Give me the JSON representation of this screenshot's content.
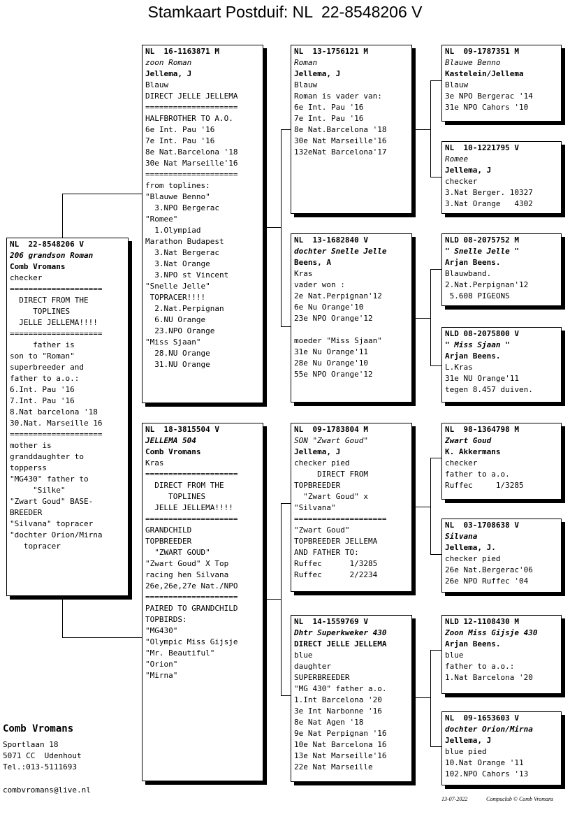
{
  "title": "Stamkaart Postduif: NL  22-8548206 V",
  "cards": [
    {
      "id": "subject",
      "lines": [
        {
          "t": "NL  22-8548206 V",
          "s": "b"
        },
        {
          "t": "206 grandson Roman",
          "s": "bi"
        },
        {
          "t": "Comb Vromans",
          "s": "b"
        },
        {
          "t": "checker"
        },
        {
          "t": "===================="
        },
        {
          "t": "  DIRECT FROM THE"
        },
        {
          "t": "     TOPLINES"
        },
        {
          "t": "  JELLE JELLEMA!!!!"
        },
        {
          "t": "===================="
        },
        {
          "t": "     father is"
        },
        {
          "t": "son to \"Roman\""
        },
        {
          "t": "superbreeder and"
        },
        {
          "t": "father to a.o.:"
        },
        {
          "t": "6.Int. Pau '16"
        },
        {
          "t": "7.Int. Pau '16"
        },
        {
          "t": "8.Nat barcelona '18"
        },
        {
          "t": "30.Nat. Marseille 16"
        },
        {
          "t": "===================="
        },
        {
          "t": "mother is"
        },
        {
          "t": "granddaughter to"
        },
        {
          "t": "topperss"
        },
        {
          "t": "\"MG430\" father to"
        },
        {
          "t": "     \"Silke\""
        },
        {
          "t": "\"Zwart Goud\" BASE-"
        },
        {
          "t": "BREEDER"
        },
        {
          "t": "\"Silvana\" topracer"
        },
        {
          "t": "\"dochter Orion/Mirna"
        },
        {
          "t": "   topracer"
        }
      ]
    },
    {
      "id": "father",
      "lines": [
        {
          "t": "NL  16-1163871 M",
          "s": "b"
        },
        {
          "t": "zoon Roman",
          "s": "i"
        },
        {
          "t": "Jellema, J",
          "s": "b"
        },
        {
          "t": "Blauw"
        },
        {
          "t": "DIRECT JELLE JELLEMA"
        },
        {
          "t": "===================="
        },
        {
          "t": "HALFBROTHER TO A.O."
        },
        {
          "t": "6e Int. Pau '16"
        },
        {
          "t": "7e Int. Pau '16"
        },
        {
          "t": "8e Nat.Barcelona '18"
        },
        {
          "t": "30e Nat Marseille'16"
        },
        {
          "t": "===================="
        },
        {
          "t": "from toplines:"
        },
        {
          "t": "\"Blauwe Benno\""
        },
        {
          "t": "  3.NPO Bergerac"
        },
        {
          "t": "\"Romee\""
        },
        {
          "t": "  1.Olympiad"
        },
        {
          "t": "Marathon Budapest"
        },
        {
          "t": "  3.Nat Bergerac"
        },
        {
          "t": "  3.Nat Orange"
        },
        {
          "t": "  3.NPO st Vincent"
        },
        {
          "t": "\"Snelle Jelle\""
        },
        {
          "t": " TOPRACER!!!!"
        },
        {
          "t": "  2.Nat.Perpignan"
        },
        {
          "t": "  6.NU Orange"
        },
        {
          "t": "  23.NPO Orange"
        },
        {
          "t": "\"Miss Sjaan\""
        },
        {
          "t": "  28.NU Orange"
        },
        {
          "t": "  31.NU Orange"
        }
      ]
    },
    {
      "id": "mother",
      "lines": [
        {
          "t": "NL  18-3815504 V",
          "s": "b"
        },
        {
          "t": "JELLEMA 504",
          "s": "bi"
        },
        {
          "t": "Comb Vromans",
          "s": "b"
        },
        {
          "t": "Kras"
        },
        {
          "t": "===================="
        },
        {
          "t": "  DIRECT FROM THE"
        },
        {
          "t": "     TOPLINES"
        },
        {
          "t": "  JELLE JELLEMA!!!!"
        },
        {
          "t": "===================="
        },
        {
          "t": "GRANDCHILD"
        },
        {
          "t": "TOPBREEDER"
        },
        {
          "t": "  \"ZWART GOUD\""
        },
        {
          "t": "\"Zwart Goud\" X Top"
        },
        {
          "t": "racing hen Silvana"
        },
        {
          "t": "26e,26e,27e Nat./NPO"
        },
        {
          "t": "===================="
        },
        {
          "t": "PAIRED TO GRANDCHILD"
        },
        {
          "t": "TOPBIRDS:"
        },
        {
          "t": "\"MG430\""
        },
        {
          "t": "\"Olympic Miss Gijsje"
        },
        {
          "t": "\"Mr. Beautiful\""
        },
        {
          "t": "\"Orion\""
        },
        {
          "t": "\"Mirna\""
        }
      ]
    },
    {
      "id": "ff",
      "lines": [
        {
          "t": "NL  13-1756121 M",
          "s": "b"
        },
        {
          "t": "Roman",
          "s": "i"
        },
        {
          "t": "Jellema, J",
          "s": "b"
        },
        {
          "t": "Blauw"
        },
        {
          "t": "Roman is vader van:"
        },
        {
          "t": "6e Int. Pau '16"
        },
        {
          "t": "7e Int. Pau '16"
        },
        {
          "t": "8e Nat.Barcelona '18"
        },
        {
          "t": "30e Nat Marseille'16"
        },
        {
          "t": "132eNat Barcelona'17"
        }
      ]
    },
    {
      "id": "fm",
      "lines": [
        {
          "t": "NL  13-1682840 V",
          "s": "b"
        },
        {
          "t": "dochter Snelle Jelle",
          "s": "bi"
        },
        {
          "t": "Beens, A",
          "s": "b"
        },
        {
          "t": "Kras"
        },
        {
          "t": "vader won :"
        },
        {
          "t": "2e Nat.Perpignan'12"
        },
        {
          "t": "6e Nu Orange'10"
        },
        {
          "t": "23e NPO Orange'12"
        },
        {
          "t": ""
        },
        {
          "t": "moeder \"Miss Sjaan\""
        },
        {
          "t": "31e Nu Orange'11"
        },
        {
          "t": "28e Nu Orange'10"
        },
        {
          "t": "55e NPO Orange'12"
        }
      ]
    },
    {
      "id": "mf",
      "lines": [
        {
          "t": "NL  09-1783804 M",
          "s": "b"
        },
        {
          "t": "SON \"Zwart Goud\"",
          "s": "i"
        },
        {
          "t": "Jellema, J",
          "s": "b"
        },
        {
          "t": "checker pied"
        },
        {
          "t": "     DIRECT FROM"
        },
        {
          "t": "TOPBREEDER"
        },
        {
          "t": "  \"Zwart Goud\" x"
        },
        {
          "t": "\"Silvana\""
        },
        {
          "t": "===================="
        },
        {
          "t": "\"Zwart Goud\""
        },
        {
          "t": "TOPBREEDER JELLEMA"
        },
        {
          "t": "AND FATHER TO:"
        },
        {
          "t": "Ruffec      1/3285"
        },
        {
          "t": "Ruffec      2/2234"
        }
      ]
    },
    {
      "id": "mm",
      "lines": [
        {
          "t": "NL  14-1559769 V",
          "s": "b"
        },
        {
          "t": "Dhtr Superkweker 430",
          "s": "bi"
        },
        {
          "t": "DIRECT JELLE JELLEMA",
          "s": "b"
        },
        {
          "t": "blue"
        },
        {
          "t": "daughter"
        },
        {
          "t": "SUPERBREEDER"
        },
        {
          "t": "\"MG 430\" father a.o."
        },
        {
          "t": "1.Int Barcelona '20"
        },
        {
          "t": "3e Int Narbonne '16"
        },
        {
          "t": "8e Nat Agen '18"
        },
        {
          "t": "9e Nat Perpignan '16"
        },
        {
          "t": "10e Nat Barcelona 16"
        },
        {
          "t": "13e Nat Marseille'16"
        },
        {
          "t": "22e Nat Marseille"
        }
      ]
    },
    {
      "id": "fff",
      "lines": [
        {
          "t": "NL  09-1787351 M",
          "s": "b"
        },
        {
          "t": "Blauwe Benno",
          "s": "i"
        },
        {
          "t": "Kastelein/Jellema",
          "s": "b"
        },
        {
          "t": "Blauw"
        },
        {
          "t": "3e NPO Bergerac '14"
        },
        {
          "t": "31e NPO Cahors '10"
        }
      ]
    },
    {
      "id": "ffm",
      "lines": [
        {
          "t": "NL  10-1221795 V",
          "s": "b"
        },
        {
          "t": "Romee",
          "s": "i"
        },
        {
          "t": "Jellema, J",
          "s": "b"
        },
        {
          "t": "checker"
        },
        {
          "t": "3.Nat Berger. 10327"
        },
        {
          "t": "3.Nat Orange   4302"
        }
      ]
    },
    {
      "id": "fmf",
      "lines": [
        {
          "t": "NLD 08-2075752 M",
          "s": "b"
        },
        {
          "t": "\" Snelle Jelle \"",
          "s": "bi"
        },
        {
          "t": "Arjan Beens.",
          "s": "b"
        },
        {
          "t": "Blauwband."
        },
        {
          "t": "2.Nat.Perpignan'12"
        },
        {
          "t": " 5.608 PIGEONS"
        }
      ]
    },
    {
      "id": "fmm",
      "lines": [
        {
          "t": "NLD 08-2075800 V",
          "s": "b"
        },
        {
          "t": "\" Miss Sjaan \"",
          "s": "bi"
        },
        {
          "t": "Arjan Beens.",
          "s": "b"
        },
        {
          "t": "L.Kras"
        },
        {
          "t": "31e NU Orange'11"
        },
        {
          "t": "tegen 8.457 duiven."
        }
      ]
    },
    {
      "id": "mff",
      "lines": [
        {
          "t": "NL  98-1364798 M",
          "s": "b"
        },
        {
          "t": "Zwart Goud",
          "s": "bi"
        },
        {
          "t": "K. Akkermans",
          "s": "b"
        },
        {
          "t": "checker"
        },
        {
          "t": "father to a.o."
        },
        {
          "t": "Ruffec     1/3285"
        }
      ]
    },
    {
      "id": "mfm",
      "lines": [
        {
          "t": "NL  03-1708638 V",
          "s": "b"
        },
        {
          "t": "Silvana",
          "s": "bi"
        },
        {
          "t": "Jellema, J.",
          "s": "b"
        },
        {
          "t": "checker pied"
        },
        {
          "t": "26e Nat.Bergerac'06"
        },
        {
          "t": "26e NPO Ruffec '04"
        }
      ]
    },
    {
      "id": "mmf",
      "lines": [
        {
          "t": "NLD 12-1108430 M",
          "s": "b"
        },
        {
          "t": "Zoon Miss Gijsje 430",
          "s": "bi"
        },
        {
          "t": "Arjan Beens.",
          "s": "b"
        },
        {
          "t": "blue"
        },
        {
          "t": "father to a.o.:"
        },
        {
          "t": "1.Nat Barcelona '20"
        }
      ]
    },
    {
      "id": "mmm",
      "lines": [
        {
          "t": "NL  09-1653603 V",
          "s": "b"
        },
        {
          "t": "dochter Orion/Mirna",
          "s": "bi"
        },
        {
          "t": "Jellema, J",
          "s": "b"
        },
        {
          "t": "blue pied"
        },
        {
          "t": "10.Nat Orange '11"
        },
        {
          "t": "102.NPO Cahors '13"
        }
      ]
    }
  ],
  "owner": {
    "name": "Comb Vromans",
    "address": [
      "Sportlaan 18",
      "5071 CC  Udenhout",
      "Tel.:013-5111693"
    ],
    "email": "combvromans@live.nl"
  },
  "footer": {
    "date": "13-07-2022",
    "credit": "Compuclub © Comb Vromans"
  }
}
